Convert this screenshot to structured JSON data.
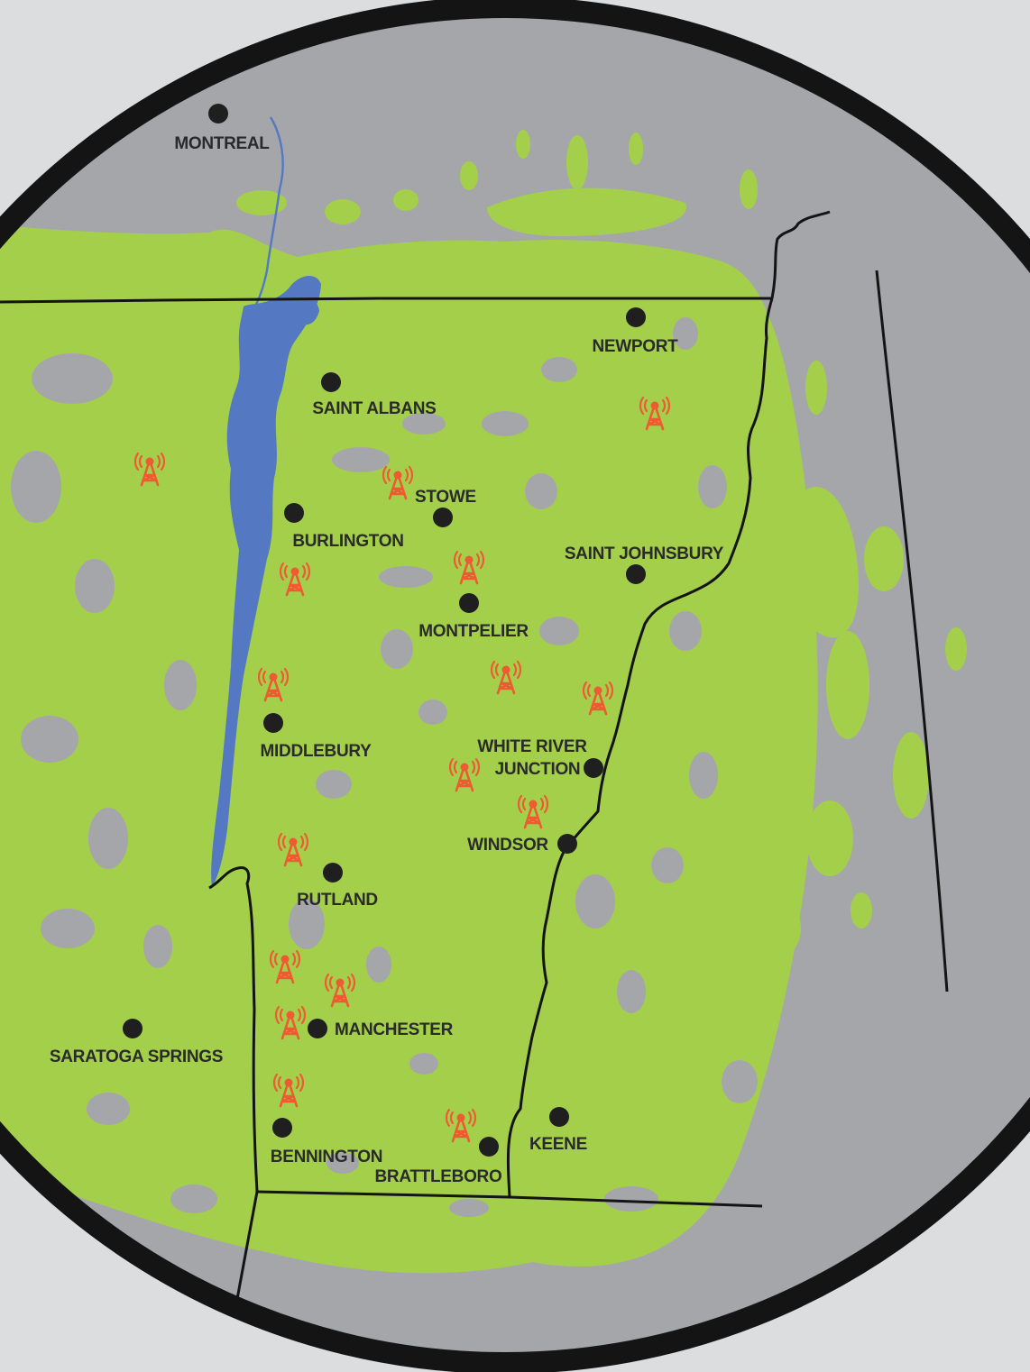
{
  "colors": {
    "background": "#dcdddf",
    "terrain_gray": "#a5a6aa",
    "coverage_green": "#a4cf4b",
    "lake_blue": "#5479c2",
    "border_black": "#141414",
    "city_dot": "#1f1f1f",
    "tower_orange": "#ee5a32"
  },
  "cities": [
    {
      "id": "montreal",
      "label_lines": [
        "MONTREAL"
      ]
    },
    {
      "id": "newport",
      "label_lines": [
        "NEWPORT"
      ]
    },
    {
      "id": "saint-albans",
      "label_lines": [
        "SAINT ALBANS"
      ]
    },
    {
      "id": "stowe",
      "label_lines": [
        "STOWE"
      ]
    },
    {
      "id": "burlington",
      "label_lines": [
        "BURLINGTON"
      ]
    },
    {
      "id": "saint-johnsbury",
      "label_lines": [
        "SAINT JOHNSBURY"
      ]
    },
    {
      "id": "montpelier",
      "label_lines": [
        "MONTPELIER"
      ]
    },
    {
      "id": "middlebury",
      "label_lines": [
        "MIDDLEBURY"
      ]
    },
    {
      "id": "white-river-junction",
      "label_lines": [
        "WHITE RIVER",
        "JUNCTION"
      ]
    },
    {
      "id": "windsor",
      "label_lines": [
        "WINDSOR"
      ]
    },
    {
      "id": "rutland",
      "label_lines": [
        "RUTLAND"
      ]
    },
    {
      "id": "manchester",
      "label_lines": [
        "MANCHESTER"
      ]
    },
    {
      "id": "saratoga-springs",
      "label_lines": [
        "SARATOGA SPRINGS"
      ]
    },
    {
      "id": "keene",
      "label_lines": [
        "KEENE"
      ]
    },
    {
      "id": "bennington",
      "label_lines": [
        "BENNINGTON"
      ]
    },
    {
      "id": "brattleboro",
      "label_lines": [
        "BRATTLEBORO"
      ]
    }
  ],
  "tower_icon": "radio-tower-icon",
  "tower_count": 16
}
